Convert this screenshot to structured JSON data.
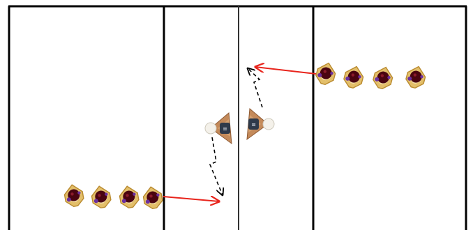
{
  "court": {
    "background": "#ffffff",
    "line_color": "#000000",
    "center_line_color": "#333333"
  },
  "player_groups": [
    {
      "name": "left-line",
      "count": 4
    },
    {
      "name": "right-line",
      "count": 4
    }
  ],
  "tagger_pair": {
    "count": 2,
    "badge_glyph": "≡"
  },
  "arrows": [
    {
      "name": "left-line-run",
      "style": "solid",
      "color": "#e8241c"
    },
    {
      "name": "right-line-run",
      "style": "solid",
      "color": "#e8241c"
    },
    {
      "name": "left-tagger-path",
      "style": "dashed",
      "color": "#000000"
    },
    {
      "name": "right-tagger-path",
      "style": "dashed",
      "color": "#000000"
    }
  ],
  "colors": {
    "player_jersey": "#e3bf6a",
    "player_jersey_outline": "#b98a2f",
    "player_head": "#4a0410",
    "player_accent": "#6b2fa0",
    "tagger_body": "#c48a5a",
    "tagger_shirt": "#2f3a4a",
    "tagger_head": "#f4f1ea"
  }
}
